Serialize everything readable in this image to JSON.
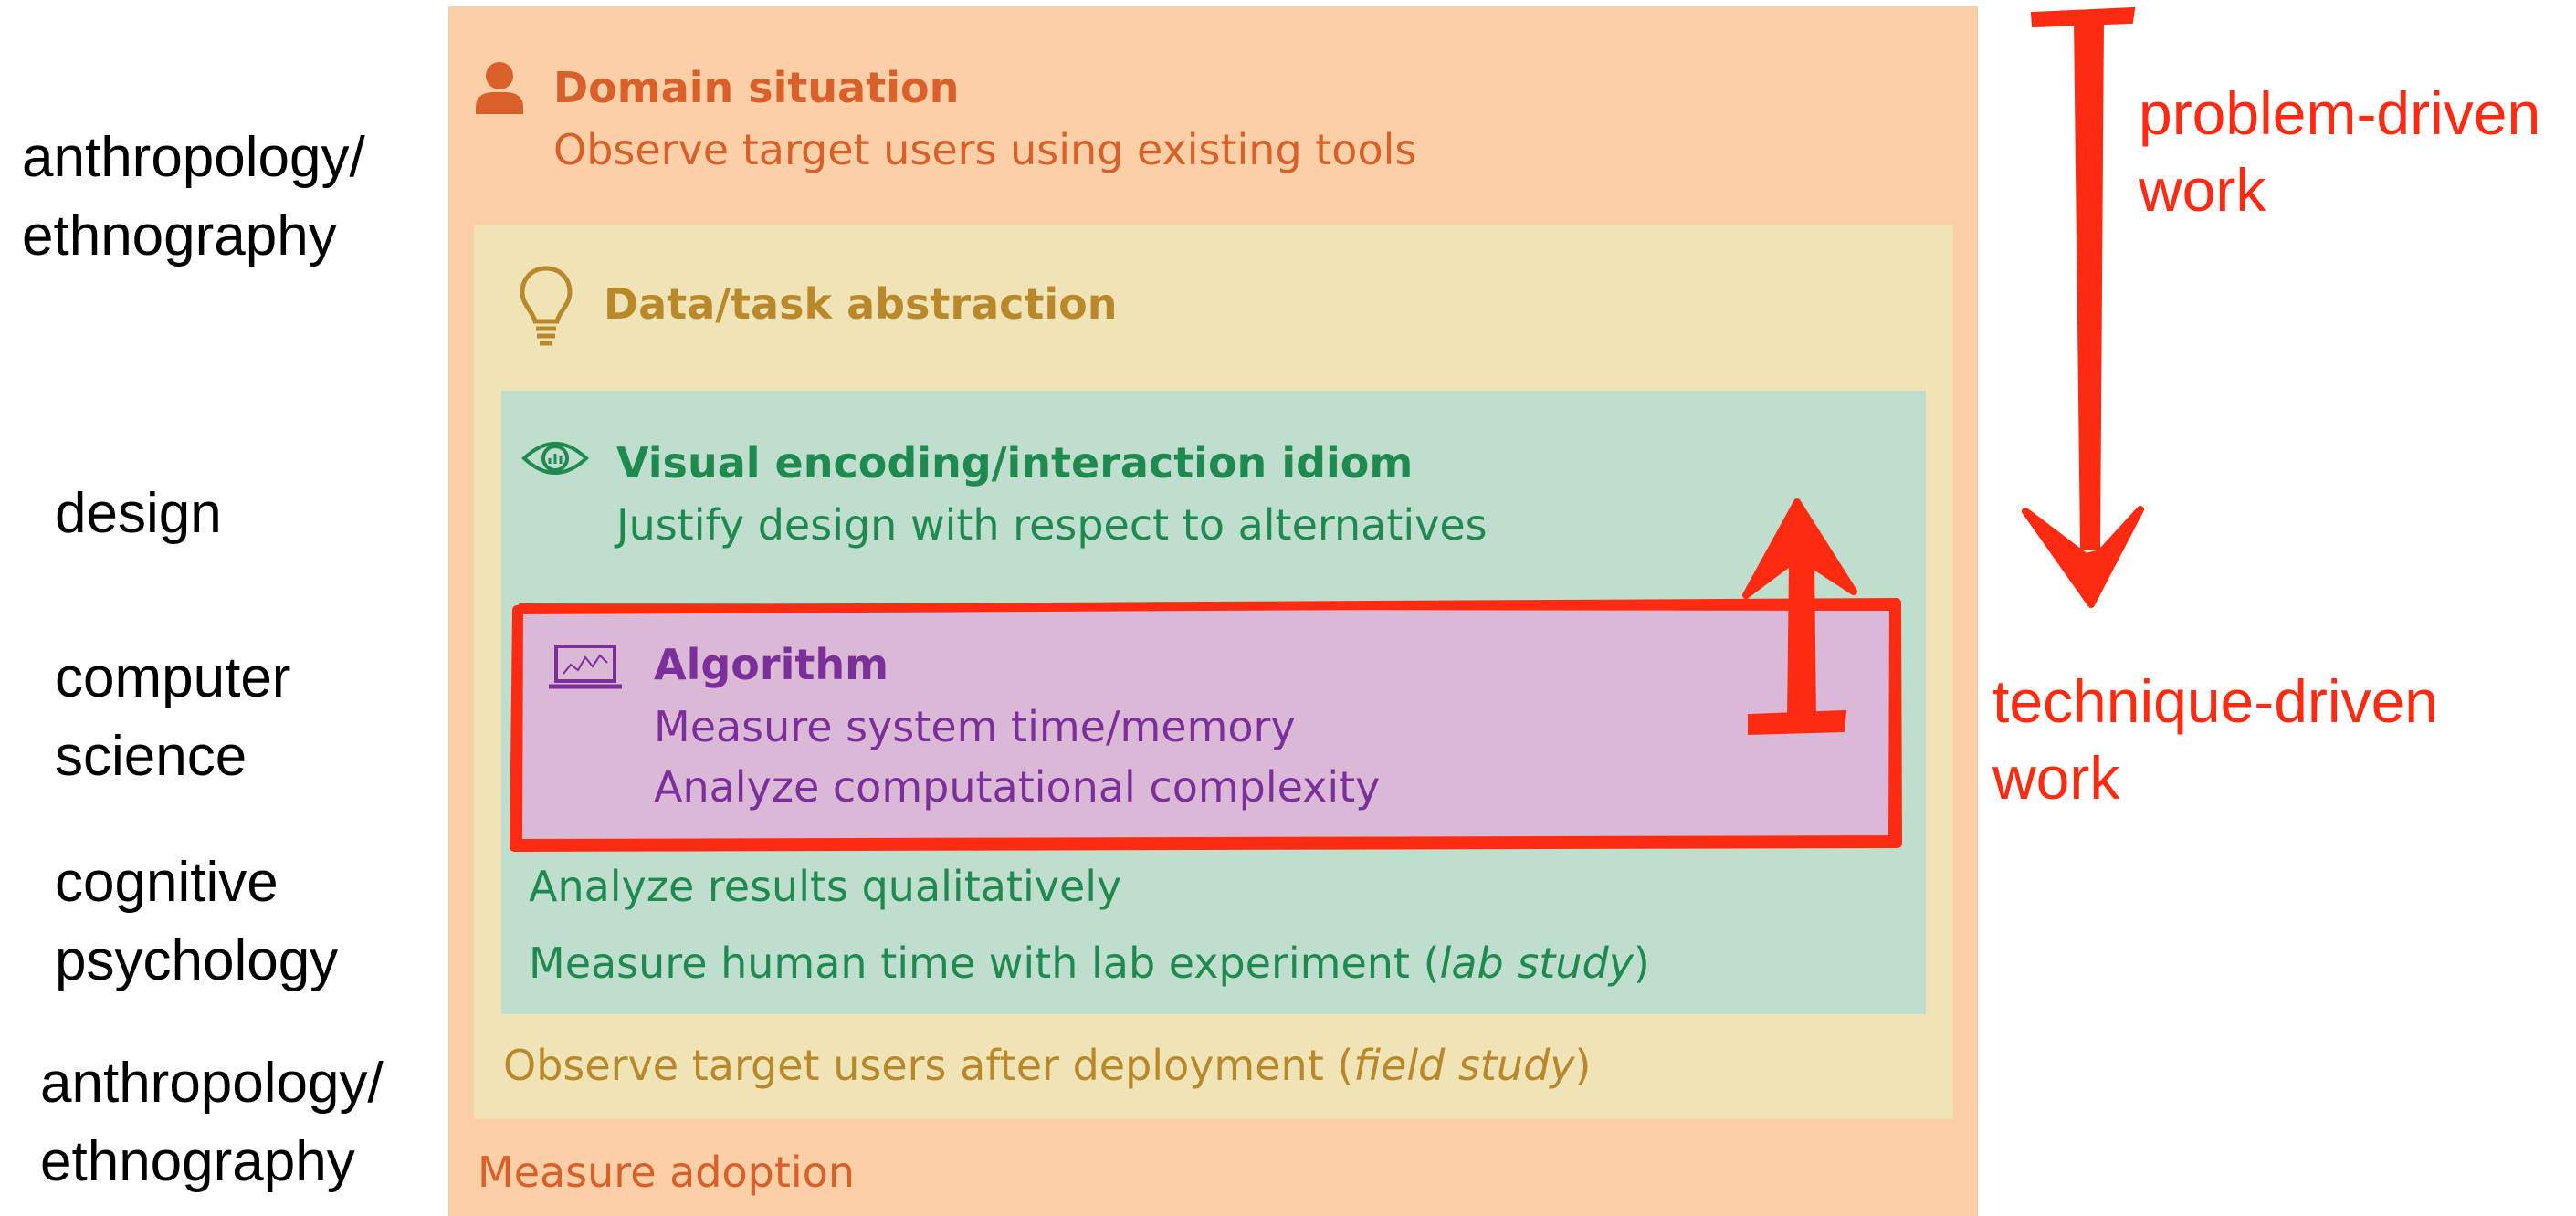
{
  "left_labels": {
    "anthro_top_1": "anthropology/",
    "anthro_top_2": "ethnography",
    "design": "design",
    "cs_1": "computer",
    "cs_2": "science",
    "cog_1": "cognitive",
    "cog_2": "psychology",
    "anthro_bottom_1": "anthropology/",
    "anthro_bottom_2": "ethnography"
  },
  "domain": {
    "icon": "person-icon",
    "title": "Domain situation",
    "observe": "Observe target users using existing tools",
    "measure_adoption": "Measure adoption",
    "color": "#d9602a",
    "bg": "#fccfa6"
  },
  "abstraction": {
    "icon": "lightbulb-icon",
    "title": "Data/task abstraction",
    "field_prefix": "Observe target users after deployment (",
    "field_em": "field study",
    "field_suffix": ")",
    "color": "#b8882a",
    "bg": "#f0e4b6"
  },
  "idiom": {
    "icon": "eye-icon",
    "title": "Visual encoding/interaction idiom",
    "justify": "Justify design with respect to alternatives",
    "qualitative": "Analyze results qualitatively",
    "lab_prefix": "Measure human time with lab experiment (",
    "lab_em": "lab study",
    "lab_suffix": ")",
    "color": "#1f8a4f",
    "bg": "#c0dece"
  },
  "algorithm": {
    "icon": "laptop-icon",
    "title": "Algorithm",
    "measure": "Measure system time/memory",
    "complexity": "Analyze computational complexity",
    "color": "#7b2f9a",
    "bg": "#dab8d6"
  },
  "annotations": {
    "problem_1": "problem-driven",
    "problem_2": "work",
    "technique_1": "technique-driven",
    "technique_2": "work",
    "color": "#ff2a12"
  }
}
